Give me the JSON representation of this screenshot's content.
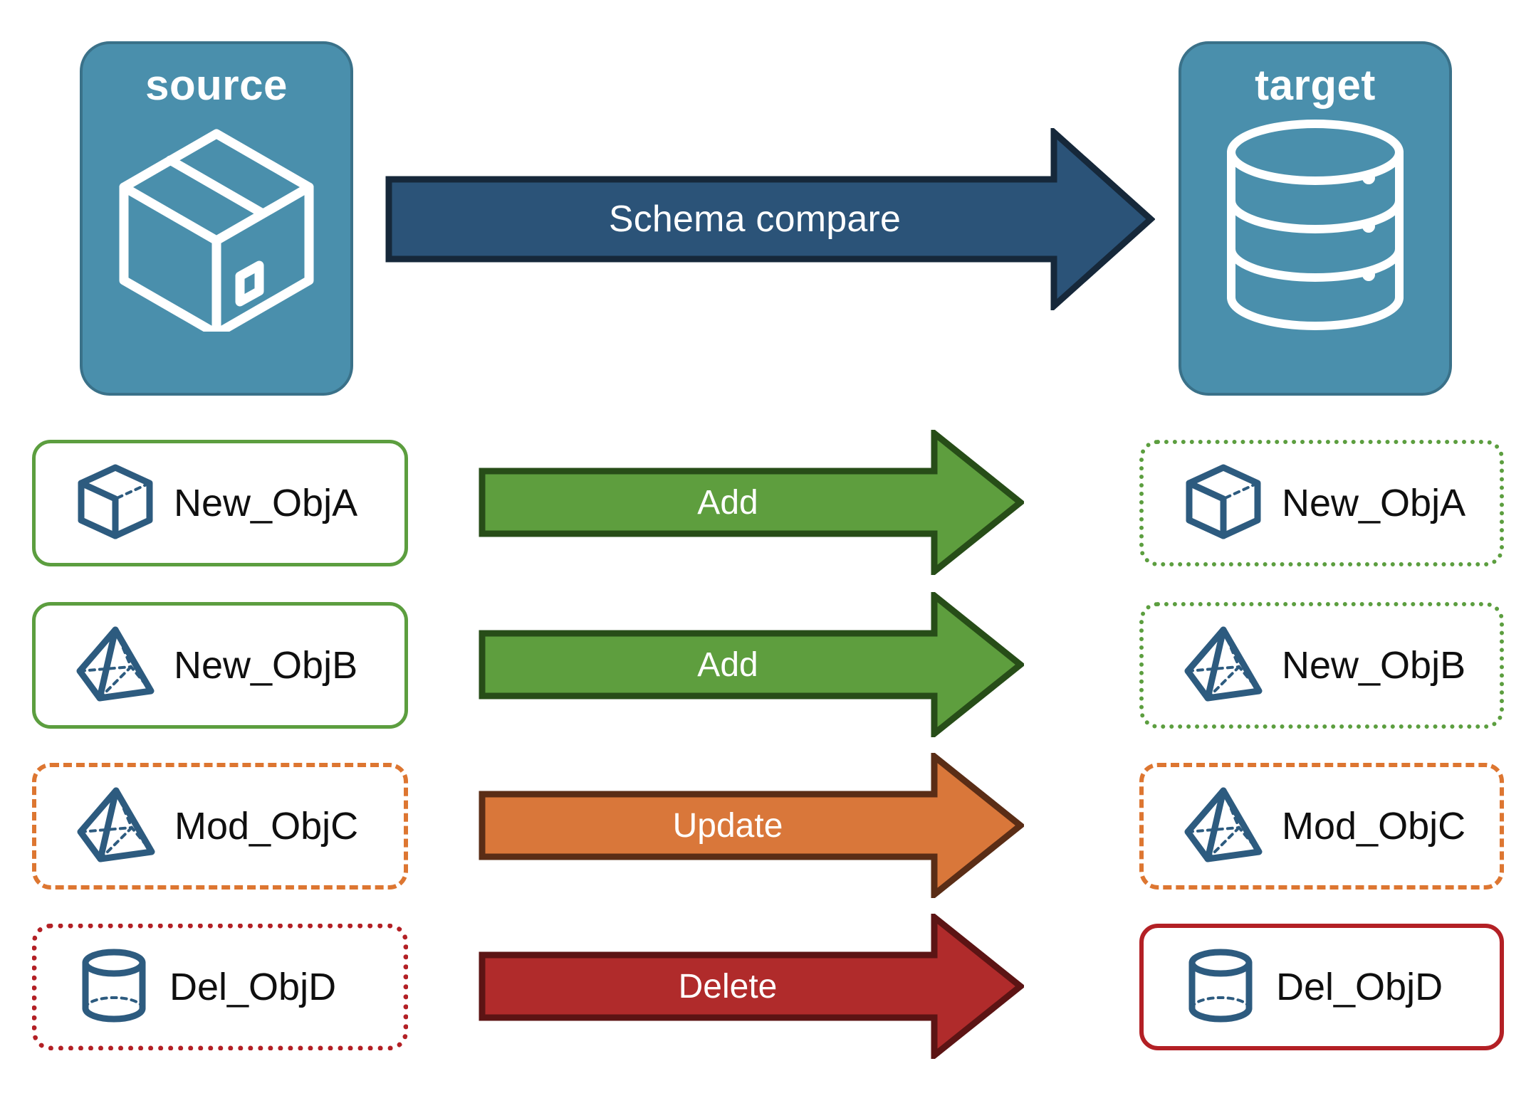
{
  "diagram": {
    "title_source": "source",
    "title_target": "target",
    "compare_arrow_label": "Schema compare",
    "colors": {
      "endpoint_fill": "#4a8fac",
      "endpoint_border": "#3a7189",
      "compare_arrow_fill": "#2b5378",
      "compare_arrow_border": "#16283a",
      "add_fill": "#5e9e3e",
      "add_border": "#274d18",
      "update_fill": "#d9773a",
      "update_border": "#5a2d16",
      "delete_fill": "#b02b2b",
      "delete_border": "#5c1414",
      "object_icon": "#2d5b7f",
      "green": "#5c9e3f",
      "orange": "#dd7631",
      "red": "#b32025"
    },
    "source_icon": "package-box-icon",
    "target_icon": "database-cylinder-icon",
    "compare_arrow_icon": "right-arrow-icon"
  },
  "rows": [
    {
      "source_label": "New_ObjA",
      "source_icon": "wireframe-cube-icon",
      "source_border": "solid-green",
      "action_label": "Add",
      "action_kind": "add",
      "action_icon": "right-arrow-icon",
      "target_label": "New_ObjA",
      "target_icon": "wireframe-cube-icon",
      "target_border": "dotted-green"
    },
    {
      "source_label": "New_ObjB",
      "source_icon": "wireframe-pyramid-icon",
      "source_border": "solid-green",
      "action_label": "Add",
      "action_kind": "add",
      "action_icon": "right-arrow-icon",
      "target_label": "New_ObjB",
      "target_icon": "wireframe-pyramid-icon",
      "target_border": "dotted-green"
    },
    {
      "source_label": "Mod_ObjC",
      "source_icon": "wireframe-pyramid-icon",
      "source_border": "dashed-orange",
      "action_label": "Update",
      "action_kind": "update",
      "action_icon": "right-arrow-icon",
      "target_label": "Mod_ObjC",
      "target_icon": "wireframe-pyramid-icon",
      "target_border": "dashed-orange"
    },
    {
      "source_label": "Del_ObjD",
      "source_icon": "wireframe-cylinder-icon",
      "source_border": "dotted-red",
      "action_label": "Delete",
      "action_kind": "delete",
      "action_icon": "right-arrow-icon",
      "target_label": "Del_ObjD",
      "target_icon": "wireframe-cylinder-icon",
      "target_border": "solid-red"
    }
  ]
}
